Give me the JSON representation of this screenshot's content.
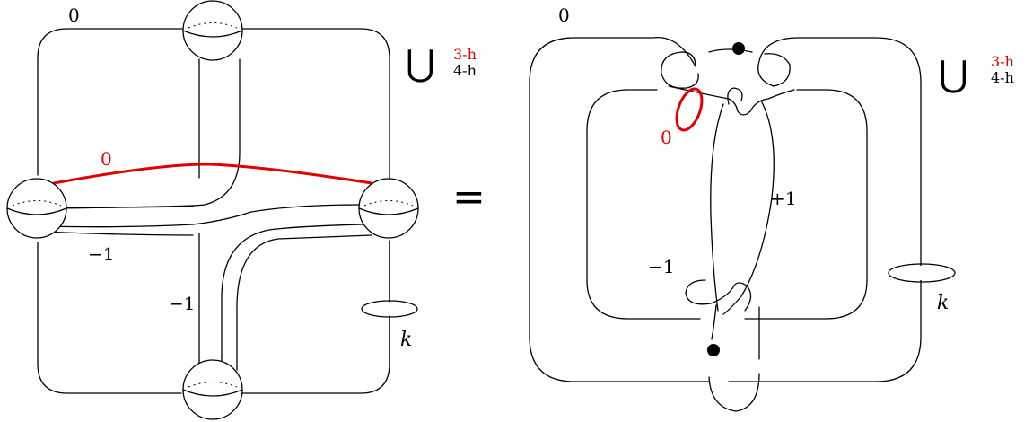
{
  "left_diagram": {
    "labels": {
      "top_framing": "0",
      "red_curve_framing": "0",
      "lower_band_framing": "−1",
      "vertical_band_framing": "−1",
      "meridian": "k"
    },
    "union": {
      "symbol": "⋃",
      "three_handles": "3-h",
      "four_handles": "4-h"
    }
  },
  "equals_sign": "=",
  "right_diagram": {
    "labels": {
      "top_framing": "0",
      "red_circle_framing": "0",
      "plus_one": "+1",
      "minus_one": "−1",
      "meridian": "k"
    },
    "union": {
      "symbol": "⋃",
      "three_handles": "3-h",
      "four_handles": "4-h"
    }
  },
  "colors": {
    "ink": "#000000",
    "highlight": "#e00000"
  }
}
